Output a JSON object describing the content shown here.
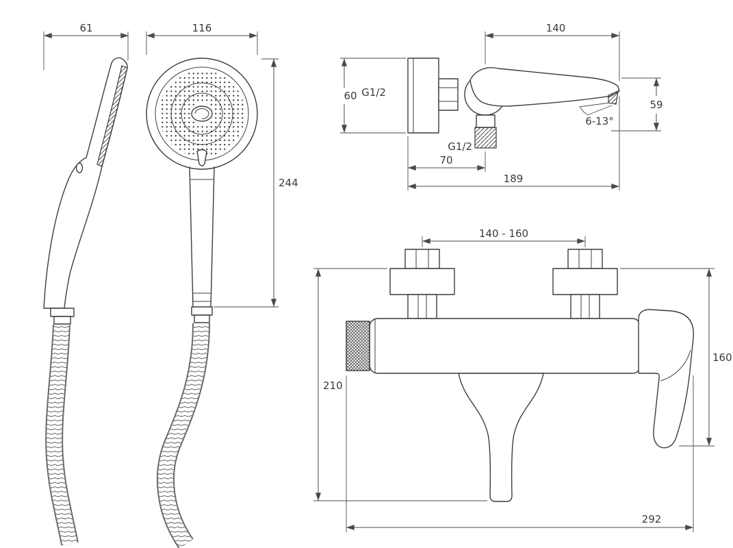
{
  "meta": {
    "type": "technical-dimension-drawing",
    "subject": "bath shower mixer with hand shower"
  },
  "colors": {
    "line": "#3c3c3c",
    "dimension": "#4a4a4a",
    "background": "#ffffff"
  },
  "labels": {
    "handshower": {
      "side_width": "61",
      "head_diameter": "116",
      "length": "244"
    },
    "side_view": {
      "plate_height": "60",
      "inlet_thread": "G1/2",
      "spout_reach": "140",
      "spout_drop": "59",
      "spout_angle": "6-13°",
      "outlet_thread": "G1/2",
      "body_depth": "70",
      "total_depth": "189"
    },
    "front_view": {
      "mounting_centers": "140 - 160",
      "total_height": "210",
      "handle_height": "160",
      "total_width": "292"
    }
  }
}
